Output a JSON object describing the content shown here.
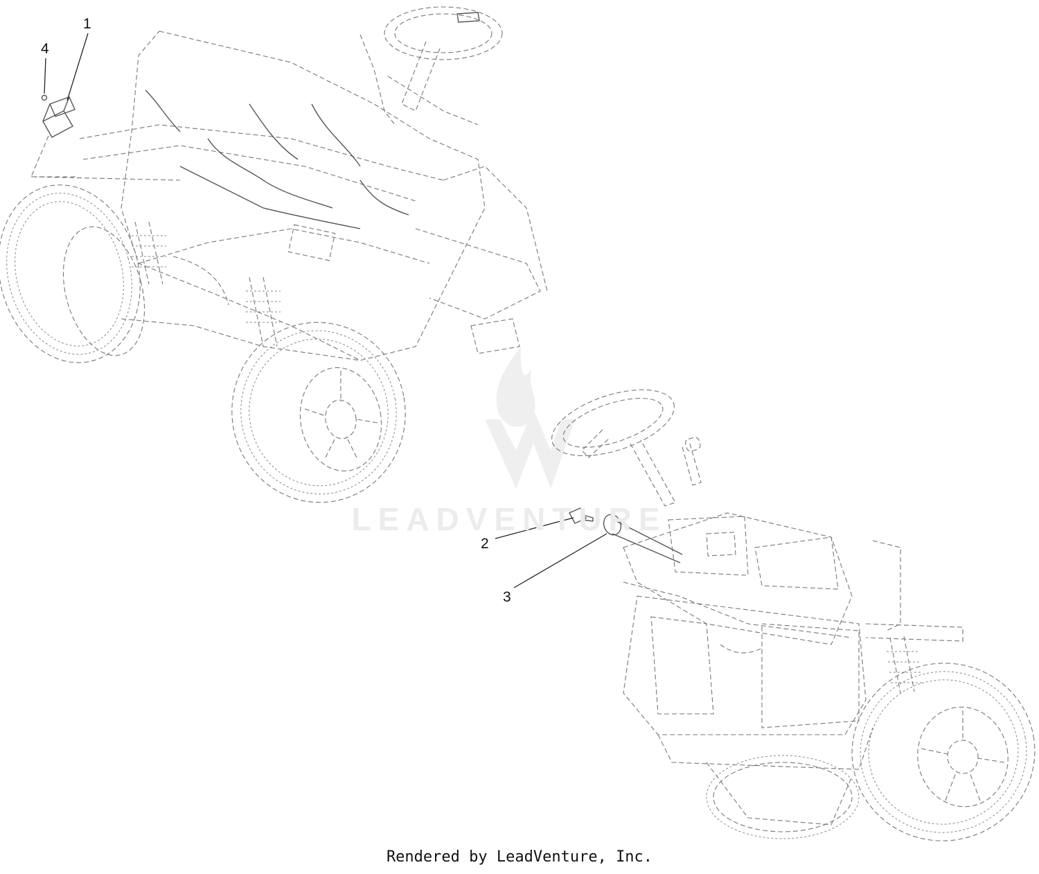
{
  "footer": {
    "credit": "Rendered by LeadVenture, Inc."
  },
  "watermark": {
    "text": "LEADVENTURE"
  },
  "callouts": [
    {
      "id": "1",
      "label": "1"
    },
    {
      "id": "2",
      "label": "2"
    },
    {
      "id": "3",
      "label": "3"
    },
    {
      "id": "4",
      "label": "4"
    }
  ]
}
